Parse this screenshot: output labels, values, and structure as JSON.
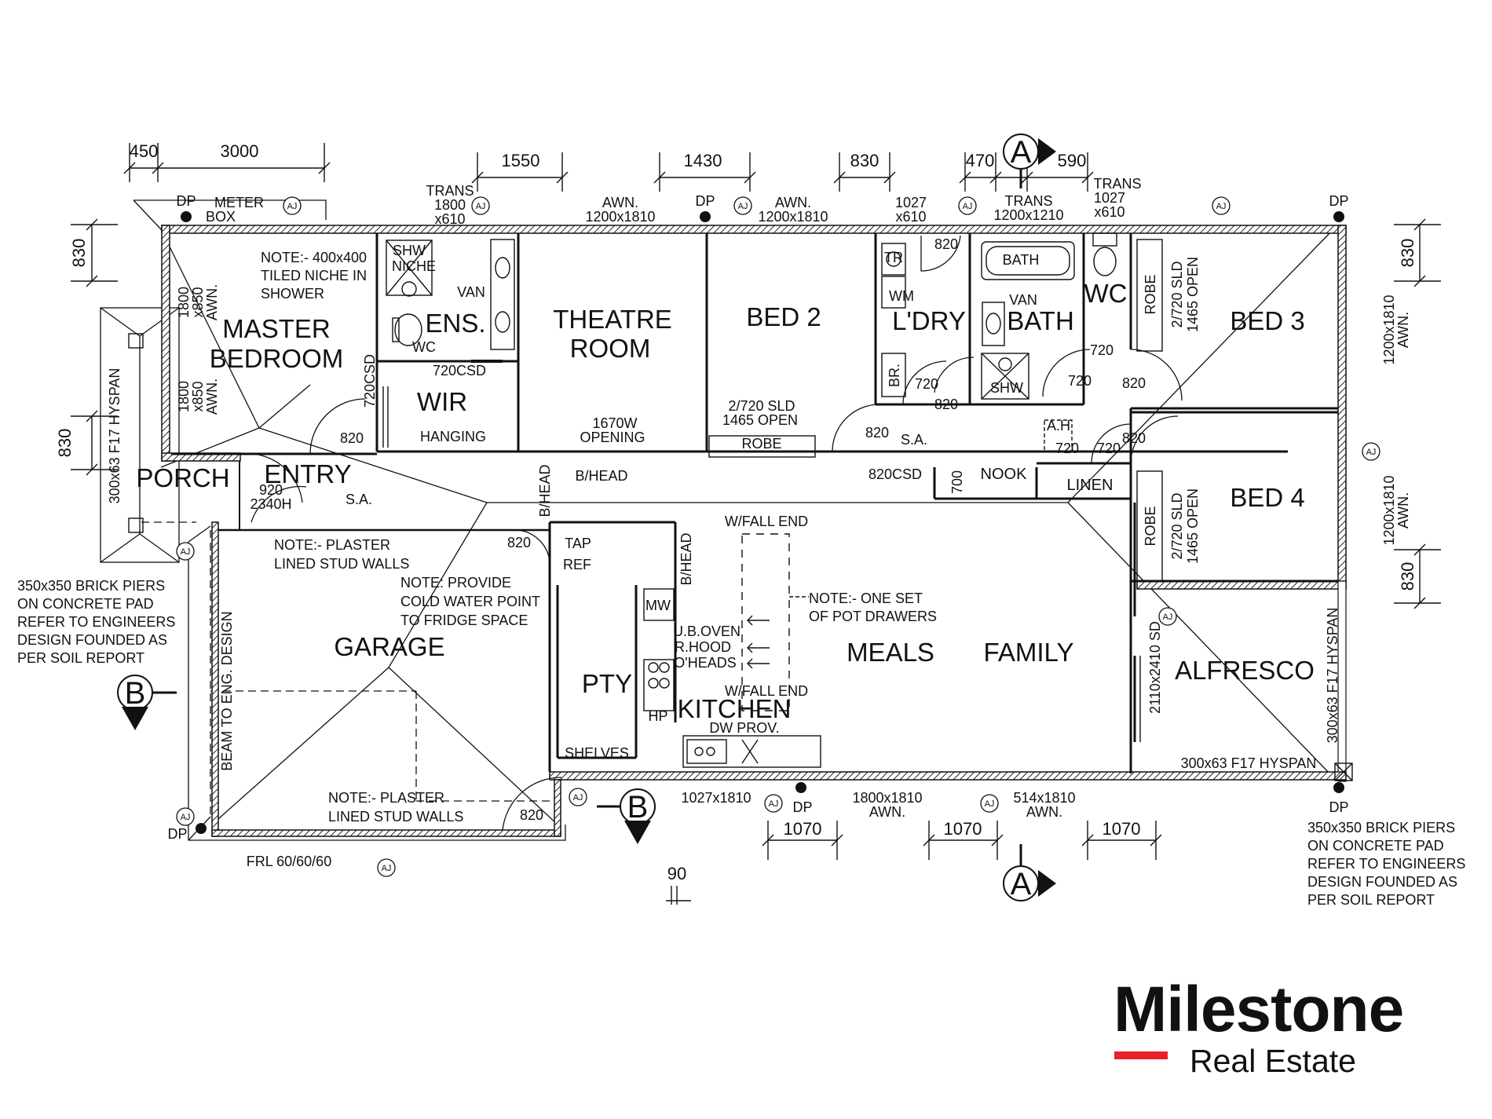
{
  "rooms": {
    "master_1": "MASTER",
    "master_2": "BEDROOM",
    "ens": "ENS.",
    "wir": "WIR",
    "theatre_1": "THEATRE",
    "theatre_2": "ROOM",
    "bed2": "BED 2",
    "ldry": "L'DRY",
    "bath": "BATH",
    "wc": "WC",
    "bed3": "BED 3",
    "bed4": "BED 4",
    "porch": "PORCH",
    "entry": "ENTRY",
    "garage": "GARAGE",
    "pty": "PTY",
    "kitchen": "KITCHEN",
    "meals": "MEALS",
    "family": "FAMILY",
    "alfresco": "ALFRESCO",
    "nook": "NOOK",
    "linen": "LINEN"
  },
  "fixtures": {
    "shw_niche_1": "SHW",
    "shw_niche_2": "NICHE",
    "van_ens": "VAN",
    "wc_ens": "WC",
    "csd720_ens": "720CSD",
    "hanging": "HANGING",
    "csd720_wir": "720CSD",
    "opening_1": "1670W",
    "opening_2": "OPENING",
    "robe_bed2": "ROBE",
    "sld_bed2_1": "2/720 SLD",
    "sld_bed2_2": "1465 OPEN",
    "tr": "TR",
    "wm": "WM",
    "br": "BR.",
    "bath_tub": "BATH",
    "van_bath": "VAN",
    "shw_bath": "SHW",
    "robe_bed3": "ROBE",
    "sld_bed3_1": "2/720 SLD",
    "sld_bed3_2": "1465 OPEN",
    "robe_bed4": "ROBE",
    "sld_bed4_1": "2/720 SLD",
    "sld_bed4_2": "1465 OPEN",
    "sa_hall": "S.A.",
    "sa_entry": "S.A.",
    "csd820_hall": "820CSD",
    "door_820_a": "820",
    "door_820_b": "820",
    "door_820_c": "820",
    "door_820_d": "820",
    "door_820_e": "820",
    "door_820_f": "820",
    "door_820_g": "820",
    "door_820_h": "820",
    "door_820_i": "820",
    "door_720_a": "720",
    "door_720_b": "720",
    "door_720_c": "720",
    "door_720_d": "720",
    "door_720_e": "720",
    "door_700": "700",
    "ah": "A.H",
    "bhead_1": "B/HEAD",
    "bhead_2": "B/HEAD",
    "bhead_3": "B/HEAD",
    "entry_door_1": "920",
    "entry_door_2": "2340H",
    "tap": "TAP",
    "ref": "REF",
    "mw": "MW",
    "ub_oven": "U.B.OVEN",
    "r_hood": "R.HOOD",
    "o_heads": "O'HEADS",
    "hp": "HP",
    "dw_prov": "DW PROV.",
    "shelves": "SHELVES",
    "wfall_1": "W/FALL END",
    "wfall_2": "W/FALL END",
    "sd_2110": "2110x2410 SD",
    "hyspan_h": "300x63 F17 HYSPAN",
    "hyspan_v_left": "300x63 F17 HYSPAN",
    "hyspan_v_right": "300x63 F17 HYSPAN",
    "beam": "BEAM TO ENG. DESIGN",
    "frl": "FRL 60/60/60",
    "meter_1": "METER",
    "meter_2": "BOX",
    "awn_master_1_a": "1800",
    "awn_master_1_b": "x850",
    "awn_master_1_c": "AWN.",
    "awn_master_2_a": "1800",
    "awn_master_2_b": "x850",
    "awn_master_2_c": "AWN.",
    "awn_right_1_a": "1200x1810",
    "awn_right_1_b": "AWN.",
    "awn_right_2_a": "1200x1810",
    "awn_right_2_b": "AWN."
  },
  "notes": {
    "niche_1": "NOTE:- 400x400",
    "niche_2": "TILED NICHE IN",
    "niche_3": "SHOWER",
    "plaster1_1": "NOTE:- PLASTER",
    "plaster1_2": "LINED STUD WALLS",
    "plaster2_1": "NOTE:- PLASTER",
    "plaster2_2": "LINED STUD WALLS",
    "fridge_1": "NOTE: PROVIDE",
    "fridge_2": "COLD WATER POINT",
    "fridge_3": "TO FRIDGE SPACE",
    "pot_1": "NOTE:- ONE SET",
    "pot_2": "OF POT DRAWERS",
    "piers_left_1": "350x350 BRICK PIERS",
    "piers_left_2": "ON CONCRETE PAD",
    "piers_left_3": "REFER TO ENGINEERS",
    "piers_left_4": "DESIGN FOUNDED AS",
    "piers_left_5": "PER SOIL REPORT",
    "piers_right_1": "350x350 BRICK PIERS",
    "piers_right_2": "ON CONCRETE PAD",
    "piers_right_3": "REFER TO ENGINEERS",
    "piers_right_4": "DESIGN FOUNDED AS",
    "piers_right_5": "PER SOIL REPORT"
  },
  "windows_top": {
    "trans1_1": "TRANS",
    "trans1_2": "1800",
    "trans1_3": "x610",
    "awn1_1": "AWN.",
    "awn1_2": "1200x1810",
    "awn2_1": "AWN.",
    "awn2_2": "1200x1810",
    "w1027_1": "1027",
    "w1027_2": "x610",
    "trans2_1": "TRANS",
    "trans2_2": "1200x1210",
    "trans3_1": "TRANS",
    "trans3_2": "1027",
    "trans3_3": "x610"
  },
  "windows_bottom": {
    "w1027": "1027x1810",
    "awn1800_1": "1800x1810",
    "awn1800_2": "AWN.",
    "awn514_1": "514x1810",
    "awn514_2": "AWN."
  },
  "dimensions": {
    "top_450": "450",
    "top_3000": "3000",
    "top_1550": "1550",
    "top_1430": "1430",
    "top_830": "830",
    "top_470": "470",
    "top_590": "590",
    "left_830_a": "830",
    "left_830_b": "830",
    "right_830_a": "830",
    "right_830_b": "830",
    "bottom_1070_a": "1070",
    "bottom_1070_b": "1070",
    "bottom_1070_c": "1070",
    "bottom_90": "90"
  },
  "markers": {
    "dp": "DP",
    "aj": "AJ",
    "section_a": "A",
    "section_b": "B"
  },
  "logo": {
    "name": "Milestone",
    "sub": "Real Estate",
    "accent": "#e8222a"
  }
}
